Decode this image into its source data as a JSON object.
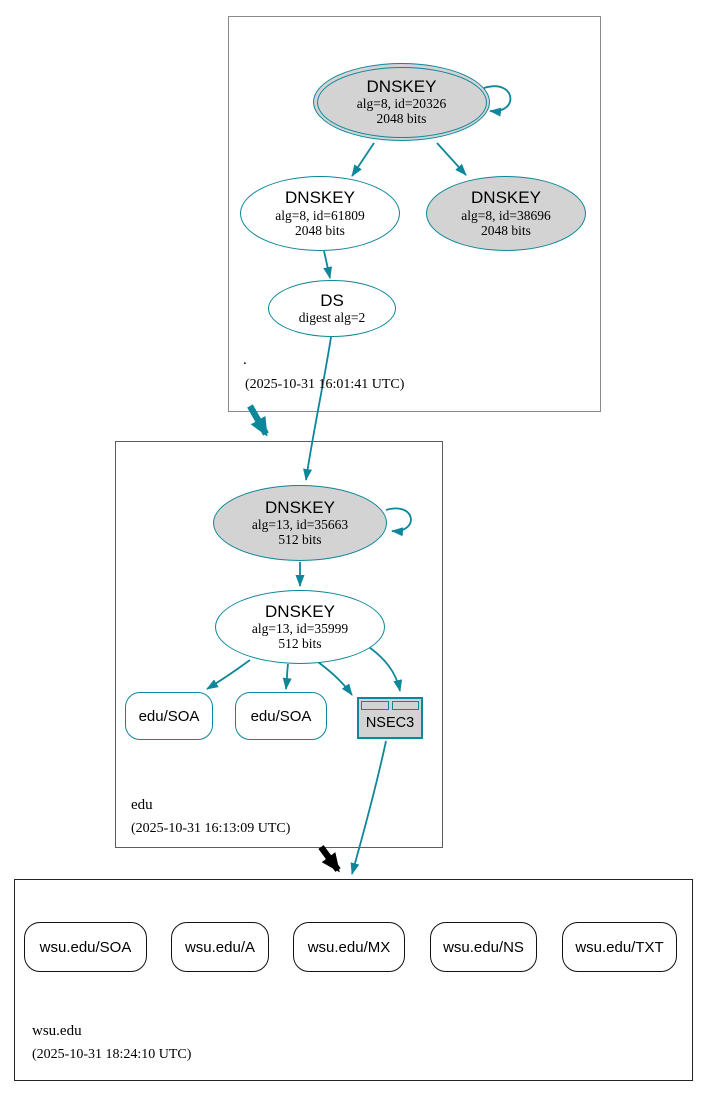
{
  "diagram": {
    "type": "dnssec-authentication-graph",
    "colors": {
      "secure_edge_teal": "#0d8799",
      "node_fill_gray": "#d3d3d3",
      "delegation_black": "#000000"
    },
    "zones": [
      {
        "name": ".",
        "timestamp": "(2025-10-31 16:01:41 UTC)",
        "nodes": {
          "ksk": {
            "title": "DNSKEY",
            "line1": "alg=8, id=20326",
            "line2": "2048 bits"
          },
          "zsk": {
            "title": "DNSKEY",
            "line1": "alg=8, id=61809",
            "line2": "2048 bits"
          },
          "key2": {
            "title": "DNSKEY",
            "line1": "alg=8, id=38696",
            "line2": "2048 bits"
          },
          "ds": {
            "title": "DS",
            "line1": "digest alg=2"
          }
        }
      },
      {
        "name": "edu",
        "timestamp": "(2025-10-31 16:13:09 UTC)",
        "nodes": {
          "ksk": {
            "title": "DNSKEY",
            "line1": "alg=13, id=35663",
            "line2": "512 bits"
          },
          "zsk": {
            "title": "DNSKEY",
            "line1": "alg=13, id=35999",
            "line2": "512 bits"
          },
          "soa1": {
            "label": "edu/SOA"
          },
          "soa2": {
            "label": "edu/SOA"
          },
          "nsec3": {
            "label": "NSEC3"
          }
        }
      },
      {
        "name": "wsu.edu",
        "timestamp": "(2025-10-31 18:24:10 UTC)",
        "nodes": {
          "soa": {
            "label": "wsu.edu/SOA"
          },
          "a": {
            "label": "wsu.edu/A"
          },
          "mx": {
            "label": "wsu.edu/MX"
          },
          "ns": {
            "label": "wsu.edu/NS"
          },
          "txt": {
            "label": "wsu.edu/TXT"
          }
        }
      }
    ]
  }
}
